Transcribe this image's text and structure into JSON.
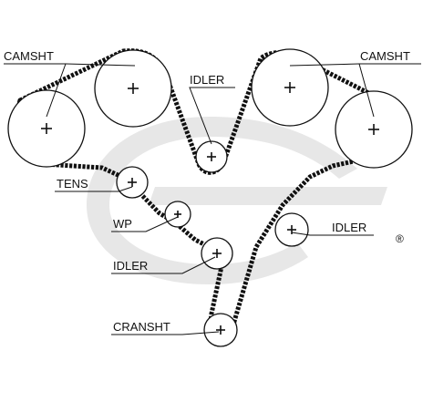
{
  "diagram": {
    "labels": {
      "camshaft_left": "CAMSHT",
      "camshaft_right": "CAMSHT",
      "idler_top": "IDLER",
      "tensioner": "TENS",
      "water_pump": "WP",
      "idler_lower_left": "IDLER",
      "idler_right": "IDLER",
      "crankshaft": "CRANSHT"
    },
    "watermark": {
      "registered_mark": "®"
    },
    "colors": {
      "ink": "#111111",
      "watermark": "#e7e7e7"
    }
  }
}
